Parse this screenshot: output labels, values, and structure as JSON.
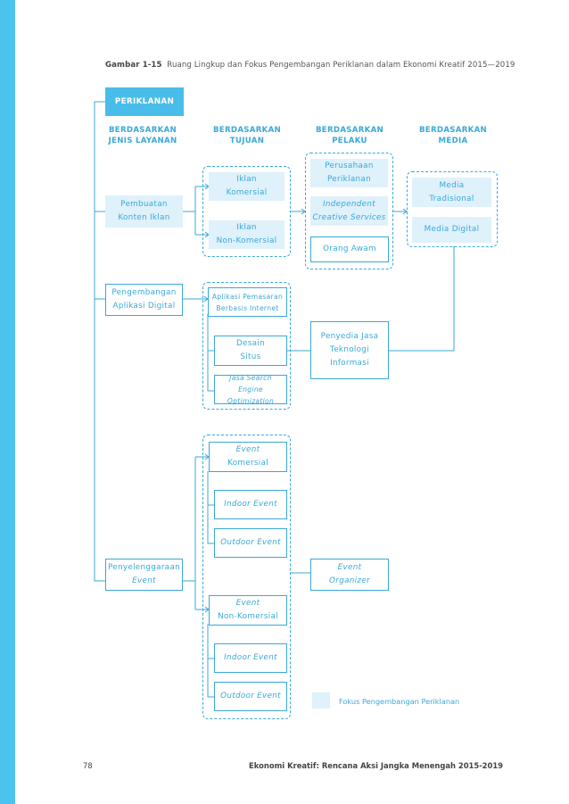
{
  "caption": {
    "label": "Gambar 1-15",
    "text": "Ruang Lingkup dan Fokus Pengembangan Periklanan dalam Ekonomi Kreatif 2015—2019"
  },
  "root": "PERIKLANAN",
  "headers": {
    "jenis_layanan": [
      "BERDASARKAN",
      "JENIS LAYANAN"
    ],
    "tujuan": [
      "BERDASARKAN",
      "TUJUAN"
    ],
    "pelaku": [
      "BERDASARKAN",
      "PELAKU"
    ],
    "media": [
      "BERDASARKAN",
      "MEDIA"
    ]
  },
  "layanan": {
    "pembuatan": [
      "Pembuatan",
      "Konten Iklan"
    ],
    "pengembangan": [
      "Pengembangan",
      "Aplikasi Digital"
    ],
    "penyelenggaraan": [
      "Penyelenggaraan",
      "Event"
    ]
  },
  "tujuan": {
    "iklan_komersial": [
      "Iklan",
      "Komersial"
    ],
    "iklan_nonkomersial": [
      "Iklan",
      "Non-Komersial"
    ],
    "aplikasi_pemasaran": [
      "Aplikasi Pemasaran",
      "Berbasis Internet"
    ],
    "desain_situs": [
      "Desain",
      "Situs"
    ],
    "jasa_seo": [
      "Jasa Search",
      "Engine Optimization"
    ],
    "event_komersial": [
      "Event",
      "Komersial"
    ],
    "indoor_1": "Indoor Event",
    "outdoor_1": "Outdoor Event",
    "event_nonkomersial": [
      "Event",
      "Non-Komersial"
    ],
    "indoor_2": "Indoor Event",
    "outdoor_2": "Outdoor Event"
  },
  "pelaku": {
    "perusahaan": [
      "Perusahaan",
      "Periklanan"
    ],
    "independent": [
      "Independent",
      "Creative Services"
    ],
    "orang_awam": "Orang Awam",
    "penyedia": [
      "Penyedia Jasa",
      "Teknologi",
      "Informasi"
    ],
    "organizer": [
      "Event",
      "Organizer"
    ]
  },
  "media": {
    "tradisional": [
      "Media",
      "Tradisional"
    ],
    "digital": "Media Digital"
  },
  "legend": "Fokus Pengembangan Periklanan",
  "footer": {
    "page": "78",
    "title": "Ekonomi Kreatif: Rencana Aksi Jangka Menengah 2015-2019"
  },
  "colors": {
    "accent": "#3aa8d8",
    "sidebar": "#4ac4ee",
    "focus_fill": "#dff1fb"
  }
}
